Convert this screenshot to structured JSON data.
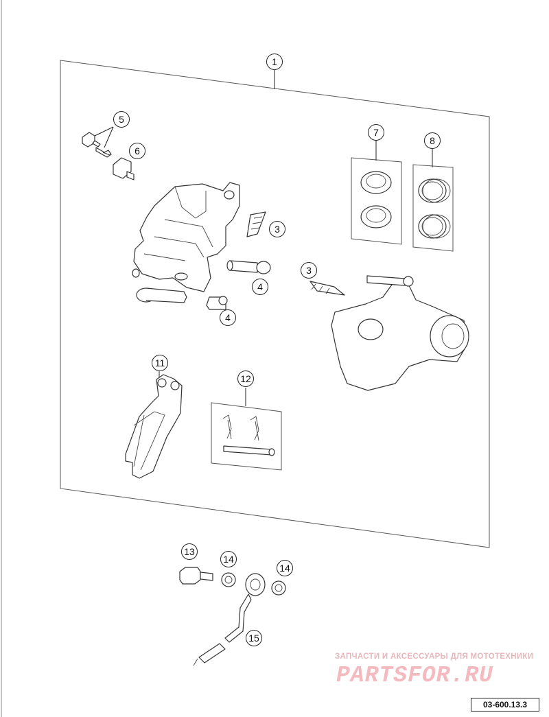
{
  "callouts": {
    "c1": "1",
    "c3a": "3",
    "c3b": "3",
    "c4a": "4",
    "c4b": "4",
    "c5": "5",
    "c6": "6",
    "c7": "7",
    "c8": "8",
    "c11": "11",
    "c12": "12",
    "c13": "13",
    "c14a": "14",
    "c14b": "14",
    "c15": "15"
  },
  "watermark": {
    "tagline": "ЗАПЧАСТИ И АКСЕССУАРЫ ДЛЯ МОТОТЕХНИКИ",
    "brand": "PARTSFOR.RU"
  },
  "drawing_code": "03-600.13.3"
}
